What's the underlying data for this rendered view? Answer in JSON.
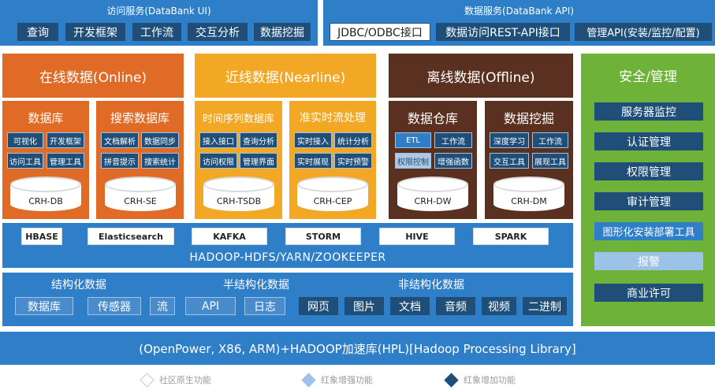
{
  "access_ui": {
    "title": "访问服务(DataBank UI)",
    "items": [
      "查询",
      "开发框架",
      "工作流",
      "交互分析",
      "数据挖掘"
    ]
  },
  "access_api": {
    "title": "数据服务(DataBank API)",
    "items": [
      "JDBC/ODBC接口",
      "数据访问REST-API接口",
      "管理API(安装/监控/配置)"
    ]
  },
  "online": {
    "title": "在线数据(Online)",
    "db": {
      "title": "数据库",
      "tags": [
        "可视化",
        "开发框架",
        "访问工具",
        "管理工具"
      ],
      "cylinder": "CRH-DB"
    },
    "search": {
      "title": "搜索数据库",
      "tags": [
        "文档解析",
        "数据同步",
        "拼音提示",
        "搜索统计"
      ],
      "cylinder": "CRH-SE"
    }
  },
  "nearline": {
    "title": "近线数据(Nearline)",
    "ts": {
      "title": "时间序列数据库",
      "tags": [
        "接入接口",
        "查询分析",
        "访问权限",
        "管理界面"
      ],
      "cylinder": "CRH-TSDB"
    },
    "stream": {
      "title": "准实时流处理",
      "tags": [
        "实时接入",
        "统计分析",
        "实时展现",
        "实时预警"
      ],
      "cylinder": "CRH-CEP"
    }
  },
  "offline": {
    "title": "离线数据(Offline)",
    "dw": {
      "title": "数据仓库",
      "tags": [
        "ETL",
        "工作流",
        "权限控制",
        "增强函数"
      ],
      "cylinder": "CRH-DW"
    },
    "dm": {
      "title": "数据挖掘",
      "tags": [
        "深度学习",
        "工作流",
        "交互工具",
        "展现工具"
      ],
      "cylinder": "CRH-DM"
    }
  },
  "security": {
    "title": "安全/管理",
    "items": [
      "服务器监控",
      "认证管理",
      "权限管理",
      "审计管理",
      "图形化安装部署工具",
      "报警",
      "商业许可"
    ]
  },
  "hadoop": {
    "components": [
      "HBASE",
      "Elasticsearch",
      "KAFKA",
      "STORM",
      "HIVE",
      "SPARK"
    ],
    "base": "HADOOP-HDFS/YARN/ZOOKEEPER"
  },
  "sources": {
    "structured": {
      "title": "结构化数据",
      "items": [
        "数据库",
        "传感器",
        "流"
      ]
    },
    "semi": {
      "title": "半结构化数据",
      "items": [
        "API",
        "日志"
      ]
    },
    "unstructured": {
      "title": "非结构化数据",
      "items": [
        "网页",
        "图片",
        "文档",
        "音频",
        "视频",
        "二进制"
      ]
    }
  },
  "platform": "(OpenPower, X86, ARM)+HADOOP加速库(HPL)[Hadoop Processing Library]",
  "legend": [
    "社区原生功能",
    "红象增强功能",
    "红象增加功能"
  ],
  "colors": {
    "blue": "#2f7ec8",
    "navy": "#1f4f78",
    "online": "#e06b27",
    "nearline": "#f2a825",
    "offline": "#5a3120",
    "security": "#6fb23a"
  }
}
